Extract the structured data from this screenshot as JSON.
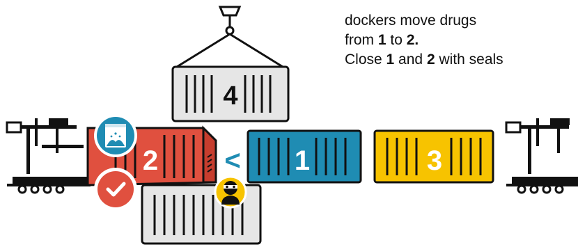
{
  "caption": {
    "line1": "dockers move drugs",
    "line2_pre": "from ",
    "line2_num1": "1",
    "line2_mid": " to ",
    "line2_num2": "2.",
    "line3_pre": "Close ",
    "line3_num1": "1",
    "line3_mid": " and ",
    "line3_num2": "2",
    "line3_post": " with seals"
  },
  "containers": [
    {
      "id": "crane-container",
      "label": "4",
      "color": "#e6e6e6"
    },
    {
      "id": "container-red",
      "label": "2",
      "color": "#e0503f"
    },
    {
      "id": "container-blue",
      "label": "1",
      "color": "#1f8cb3"
    },
    {
      "id": "container-yellow",
      "label": "3",
      "color": "#f7c300"
    },
    {
      "id": "container-bottom",
      "label": "",
      "color": "#e6e6e6"
    }
  ],
  "arrow": "<",
  "icons": [
    "crane-hook-icon",
    "drugs-bag-icon",
    "checkmark-icon",
    "thief-icon",
    "left-vehicle-icon",
    "right-vehicle-icon"
  ],
  "colors": {
    "red": "#e0503f",
    "blue": "#1f8cb3",
    "yellow": "#f7c300",
    "grey": "#e6e6e6",
    "dark": "#111111"
  }
}
